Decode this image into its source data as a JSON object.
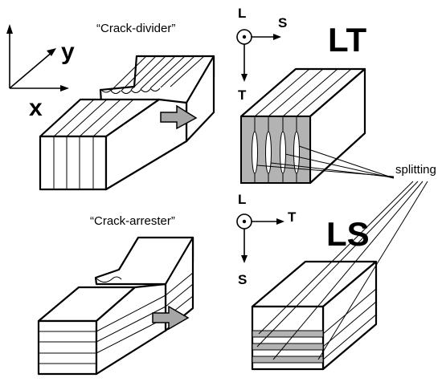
{
  "axes": {
    "y_label": "y",
    "x_label": "x"
  },
  "titles": {
    "crack_divider": "“Crack-divider”",
    "crack_arrester": "“Crack-arrester”"
  },
  "orientation_top": {
    "out_of_plane": "L",
    "right": "S",
    "down": "T",
    "code": "LT"
  },
  "orientation_bottom": {
    "out_of_plane": "L",
    "right": "T",
    "down": "S",
    "code": "LS"
  },
  "callout": {
    "label": "splitting"
  },
  "colors": {
    "line": "#000000",
    "arrow_fill": "#a6a6a6",
    "split_fill": "#b3b3b3"
  }
}
